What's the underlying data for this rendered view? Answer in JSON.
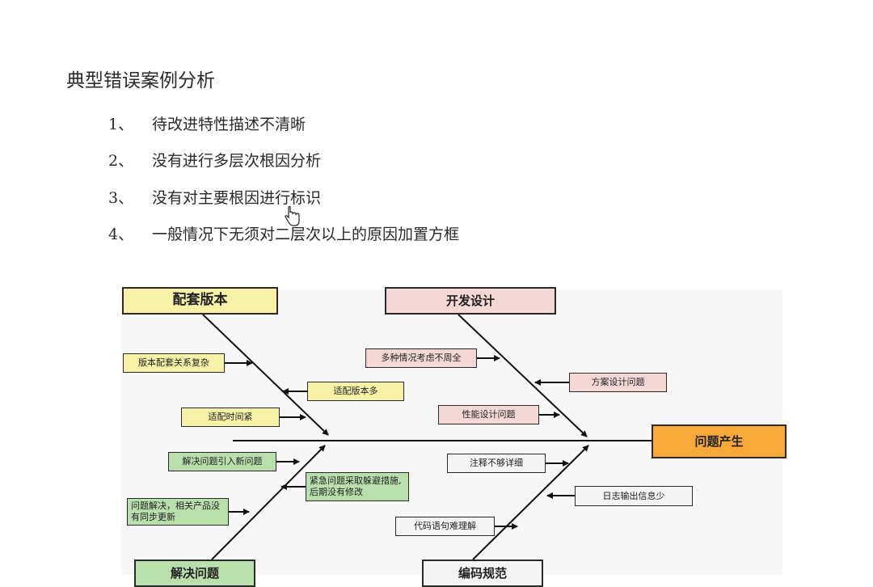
{
  "heading": "典型错误案例分析",
  "items": [
    {
      "num": "1、",
      "text": "待改进特性描述不清晰"
    },
    {
      "num": "2、",
      "text": "没有进行多层次根因分析"
    },
    {
      "num": "3、",
      "text": "没有对主要根因进行标识"
    },
    {
      "num": "4、",
      "text": "一般情况下无须对二层次以上的原因加置方框"
    }
  ],
  "diagram": {
    "categories": {
      "version": "配套版本",
      "design": "开发设计",
      "solve": "解决问题",
      "coding": "编码规范"
    },
    "problem": "问题产生",
    "causes": {
      "version_complex": "版本配套关系复杂",
      "adapt_many": "适配版本多",
      "adapt_time": "适配时间紧",
      "multi_cases": "多种情况考虑不周全",
      "scheme": "方案设计问题",
      "performance": "性能设计问题",
      "new_issues": "解决问题引入新问题",
      "urgent": "紧急问题采取躲避措施,后期没有修改",
      "sync": "问题解决，相关产品没有同步更新",
      "comments": "注释不够详细",
      "logs": "日志输出信息少",
      "code_hard": "代码语句难理解"
    },
    "colors": {
      "yellow": "#f6f2a8",
      "pink": "#f3d8d6",
      "green": "#b9dfac",
      "orange": "#f7a93a",
      "white": "#f4f4f4"
    }
  }
}
